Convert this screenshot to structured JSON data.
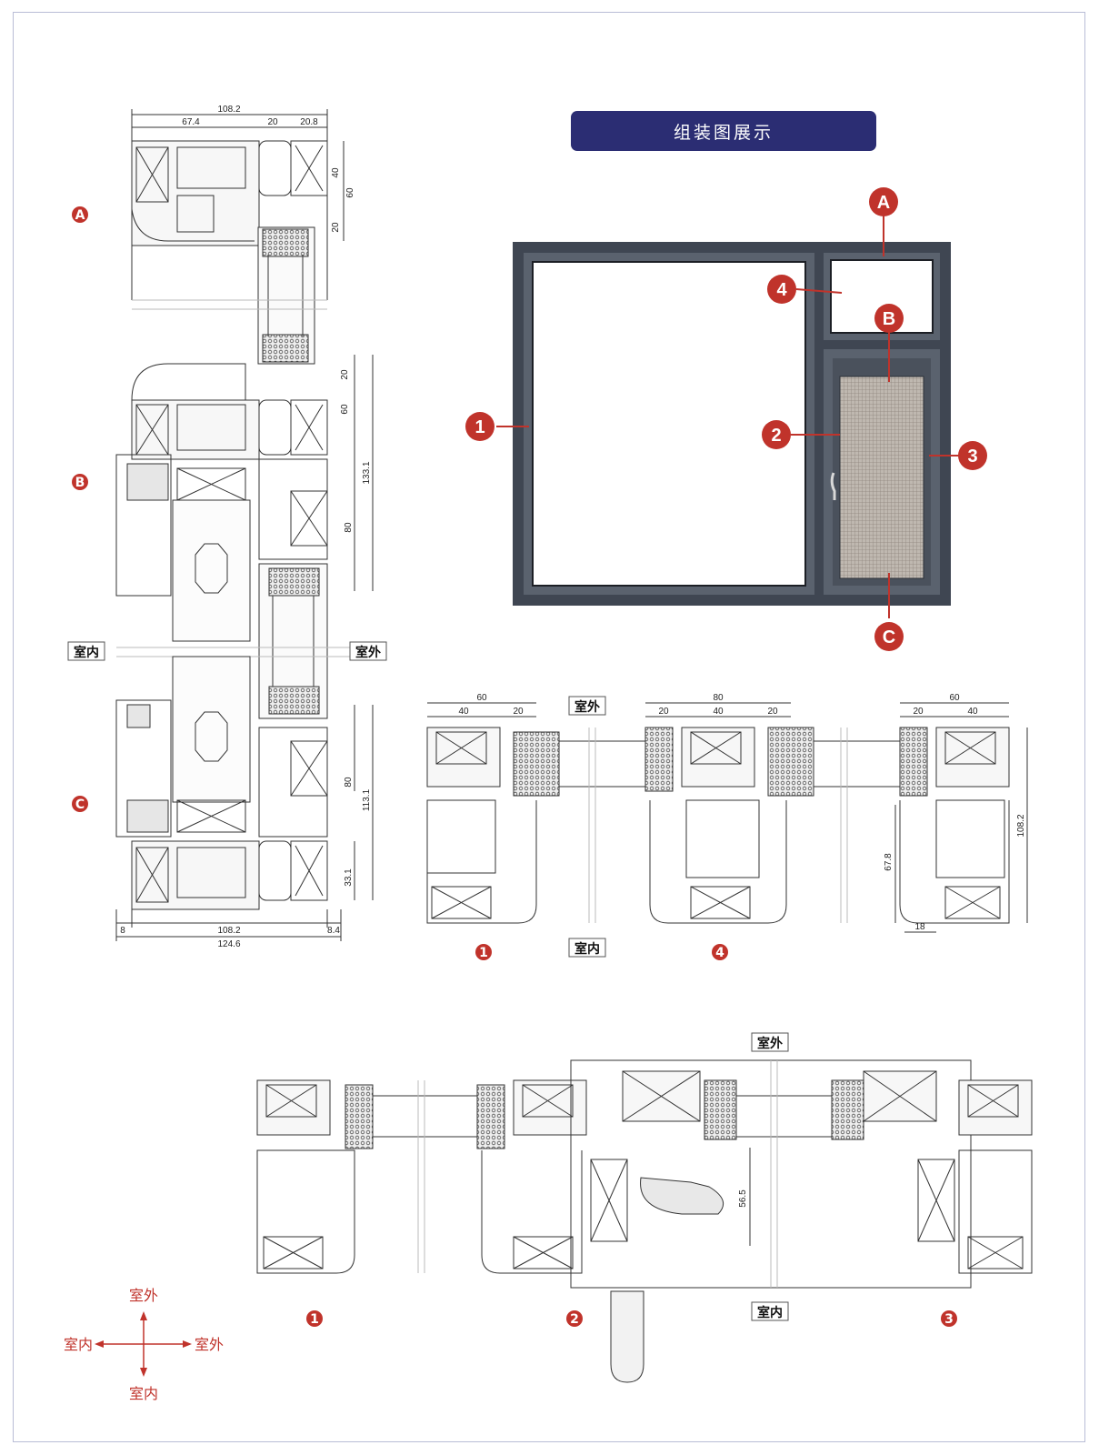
{
  "title": "组装图展示",
  "window_callouts": {
    "numbers": [
      "1",
      "2",
      "3",
      "4"
    ],
    "letters": [
      "A",
      "B",
      "C"
    ]
  },
  "vertical_section": {
    "markers": [
      "A",
      "B",
      "C"
    ],
    "dims_top": [
      "108.2",
      "67.4",
      "20",
      "20.8"
    ],
    "dims_right_a": [
      "40",
      "60",
      "20"
    ],
    "dims_right_b": [
      "20",
      "60",
      "133.1",
      "80"
    ],
    "dims_right_c": [
      "80",
      "113.1",
      "33.1"
    ],
    "dims_bottom": [
      "8",
      "108.2",
      "8.4",
      "124.6"
    ],
    "label_in": "室内",
    "label_out": "室外"
  },
  "horizontal_section_top": {
    "label_out": "室外",
    "label_in": "室内",
    "dims_left": [
      "60",
      "40",
      "20"
    ],
    "dims_mid": [
      "80",
      "20",
      "40",
      "20"
    ],
    "dims_right": [
      "60",
      "20",
      "40"
    ],
    "dims_right_side": [
      "108.2",
      "67.8",
      "18"
    ],
    "markers": [
      "1",
      "4"
    ]
  },
  "horizontal_section_bottom": {
    "label_out": "室外",
    "label_in": "室内",
    "dim_mid": "56.5",
    "markers": [
      "1",
      "2",
      "3"
    ]
  },
  "compass": {
    "up": "室外",
    "down": "室内",
    "left": "室内",
    "right": "室外"
  },
  "colors": {
    "banner": "#2b2d73",
    "marker_red": "#c0332b",
    "frame_dark": "#3f4652",
    "line": "#333333"
  }
}
